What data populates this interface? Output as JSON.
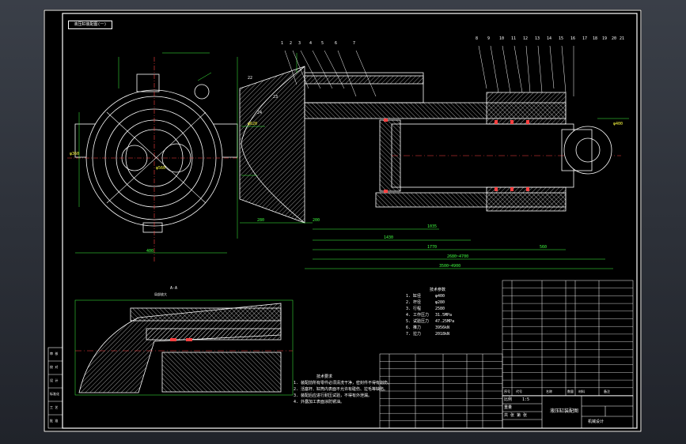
{
  "drawing": {
    "title_box": "液压缸装配图(一)",
    "section_label": "A-A",
    "detail_label": "局部放大",
    "tech_req_title": "技术要求",
    "tech_req_lines": [
      "1. 装配前所有零件必须清洗干净，密封件不得有划伤。",
      "2. 活塞杆、缸筒内表面不允许有碰伤、拉毛等缺陷。",
      "3. 装配后应进行耐压试验，不得有外泄漏。",
      "4. 外露加工表面涂防锈油。"
    ],
    "perf_title": "技术参数",
    "perf_lines": [
      "1. 缸径",
      "2. 杆径",
      "3. 行程",
      "4. 工作压力",
      "5. 试验压力",
      "6. 推力",
      "7. 拉力"
    ],
    "perf_values": [
      "φ400",
      "φ280",
      "2580",
      "31.5MPa",
      "47.25MPa",
      "3956kN",
      "2018kN"
    ],
    "dims_main": [
      "1035",
      "1430",
      "1770",
      "2680~4700",
      "3500~4900",
      "560",
      "280",
      "400",
      "200"
    ],
    "dims_left": [
      "φ360",
      "φ560",
      "φ620",
      "φ400"
    ],
    "balloons": [
      "1",
      "2",
      "3",
      "4",
      "5",
      "6",
      "7",
      "8",
      "9",
      "10",
      "11",
      "12",
      "13",
      "14",
      "15",
      "16",
      "17",
      "18",
      "19",
      "20",
      "21",
      "22",
      "23",
      "24"
    ],
    "title_block": {
      "name": "液压缸装配图",
      "scale_label": "比例",
      "scale": "1:5",
      "sheet_label": "共 张 第 张",
      "weight_label": "重量",
      "school": "机械设计"
    },
    "side_block": [
      "审 核",
      "校 对",
      "设 计",
      "标准化",
      "工 艺",
      "批 准"
    ],
    "bom_headers": [
      "序号",
      "代号",
      "名称",
      "数量",
      "材料",
      "备注"
    ]
  },
  "colors": {
    "outline": "#ffffff",
    "green": "#40ff40",
    "yellow": "#ffff40",
    "red": "#ff4040",
    "cyan": "#60ffff",
    "hatch": "#ffffff",
    "background": "#000000"
  }
}
